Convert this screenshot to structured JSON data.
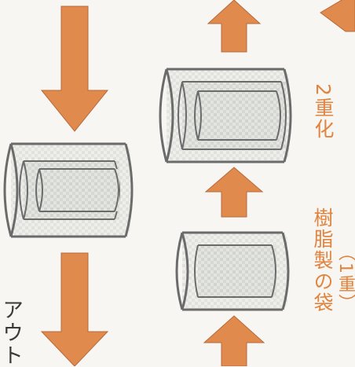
{
  "colors": {
    "arrow": "#e08a4e",
    "arrow_stroke": "#b8693a",
    "label": "#e0843f",
    "outline": "#6b6b6b",
    "texture": "#d9dbd7",
    "background": "#f7f6f2"
  },
  "labels": {
    "double_bag": "2重化",
    "single_bag": "樹脂製の袋",
    "single_bag_sub": "（1重）",
    "cut_text": "アウト"
  },
  "icons": [
    "arrow-down-icon",
    "arrow-up-icon",
    "double-bag-cylinder-icon",
    "single-bag-cylinder-icon",
    "triple-bag-cylinder-icon"
  ]
}
